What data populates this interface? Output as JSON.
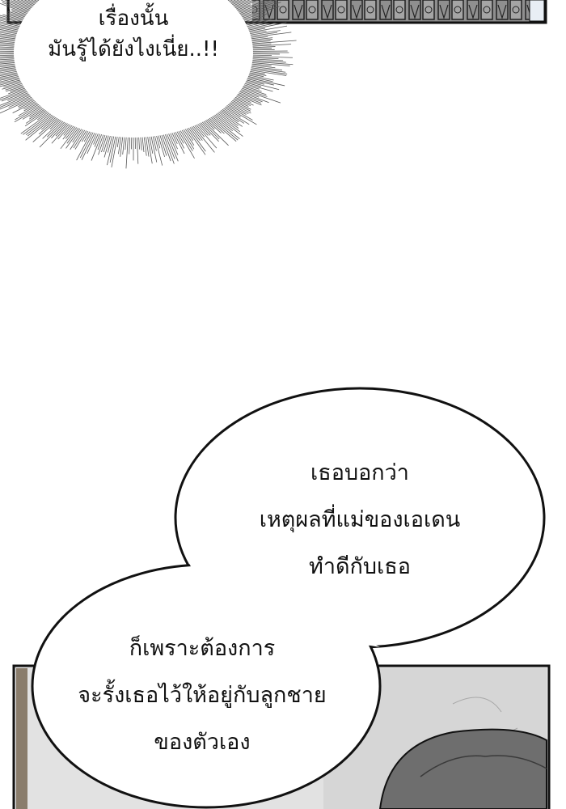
{
  "bubble_burst": {
    "lines": [
      "เรื่องนั้น",
      "มันรู้ได้ยังไงเนี่ย..!!"
    ]
  },
  "bubble_speech_upper": {
    "lines": [
      "เธอบอกว่า",
      "เหตุผลที่แม่ของเอเดน",
      "ทำดีกับเธอ"
    ]
  },
  "bubble_speech_lower": {
    "lines": [
      "ก็เพราะต้องการ",
      "จะรั้งเธอไว้ให้อยู่กับลูกชาย",
      "ของตัวเอง"
    ]
  },
  "colors": {
    "panel_border": "#111111",
    "panel_bg_grey": "#8a8a8a",
    "wall": "#dcdcdc",
    "hair": "#6e6e6e"
  }
}
